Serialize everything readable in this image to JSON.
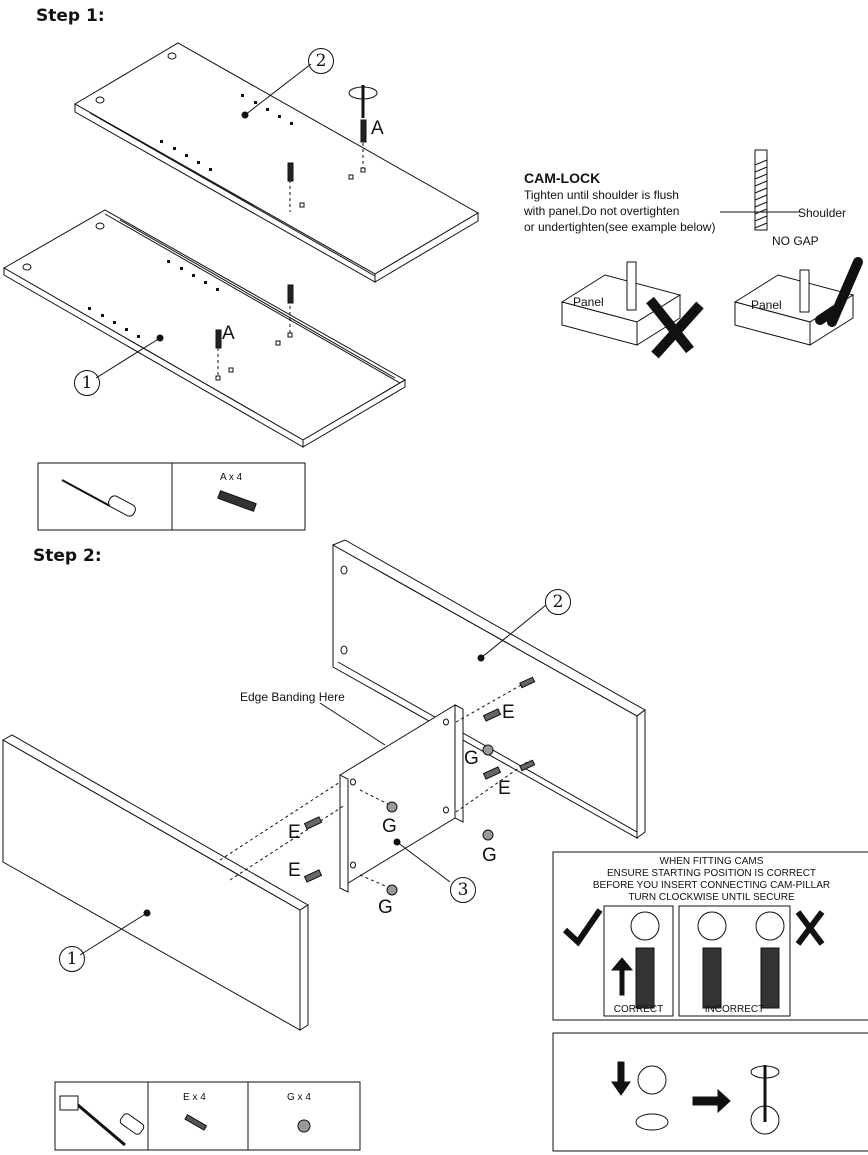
{
  "step1": {
    "title": "Step 1:",
    "part_top": "2",
    "part_bottom": "1",
    "label_a_top": "A",
    "label_a_bottom": "A",
    "hardware_label": "A x 4"
  },
  "camlock": {
    "title": "CAM-LOCK",
    "line1": "Tighten until shoulder is flush",
    "line2": "with panel.Do not overtighten",
    "line3": "or undertighten(see example below)",
    "shoulder": "Shoulder",
    "nogap": "NO GAP",
    "panel_left": "Panel",
    "panel_right": "Panel"
  },
  "step2": {
    "title": "Step 2:",
    "edge_banding": "Edge Banding Here",
    "part_back": "2",
    "part_front": "1",
    "part_side": "3",
    "label_e": "E",
    "label_g": "G",
    "hardware_e": "E x 4",
    "hardware_g": "G x 4"
  },
  "cams": {
    "line1": "WHEN FITTING CAMS",
    "line2": "ENSURE STARTING POSITION IS CORRECT",
    "line3": "BEFORE YOU INSERT CONNECTING CAM-PILLAR",
    "line4": "TURN CLOCKWISE UNTIL SECURE",
    "correct": "CORRECT",
    "incorrect": "INCORRECT"
  }
}
